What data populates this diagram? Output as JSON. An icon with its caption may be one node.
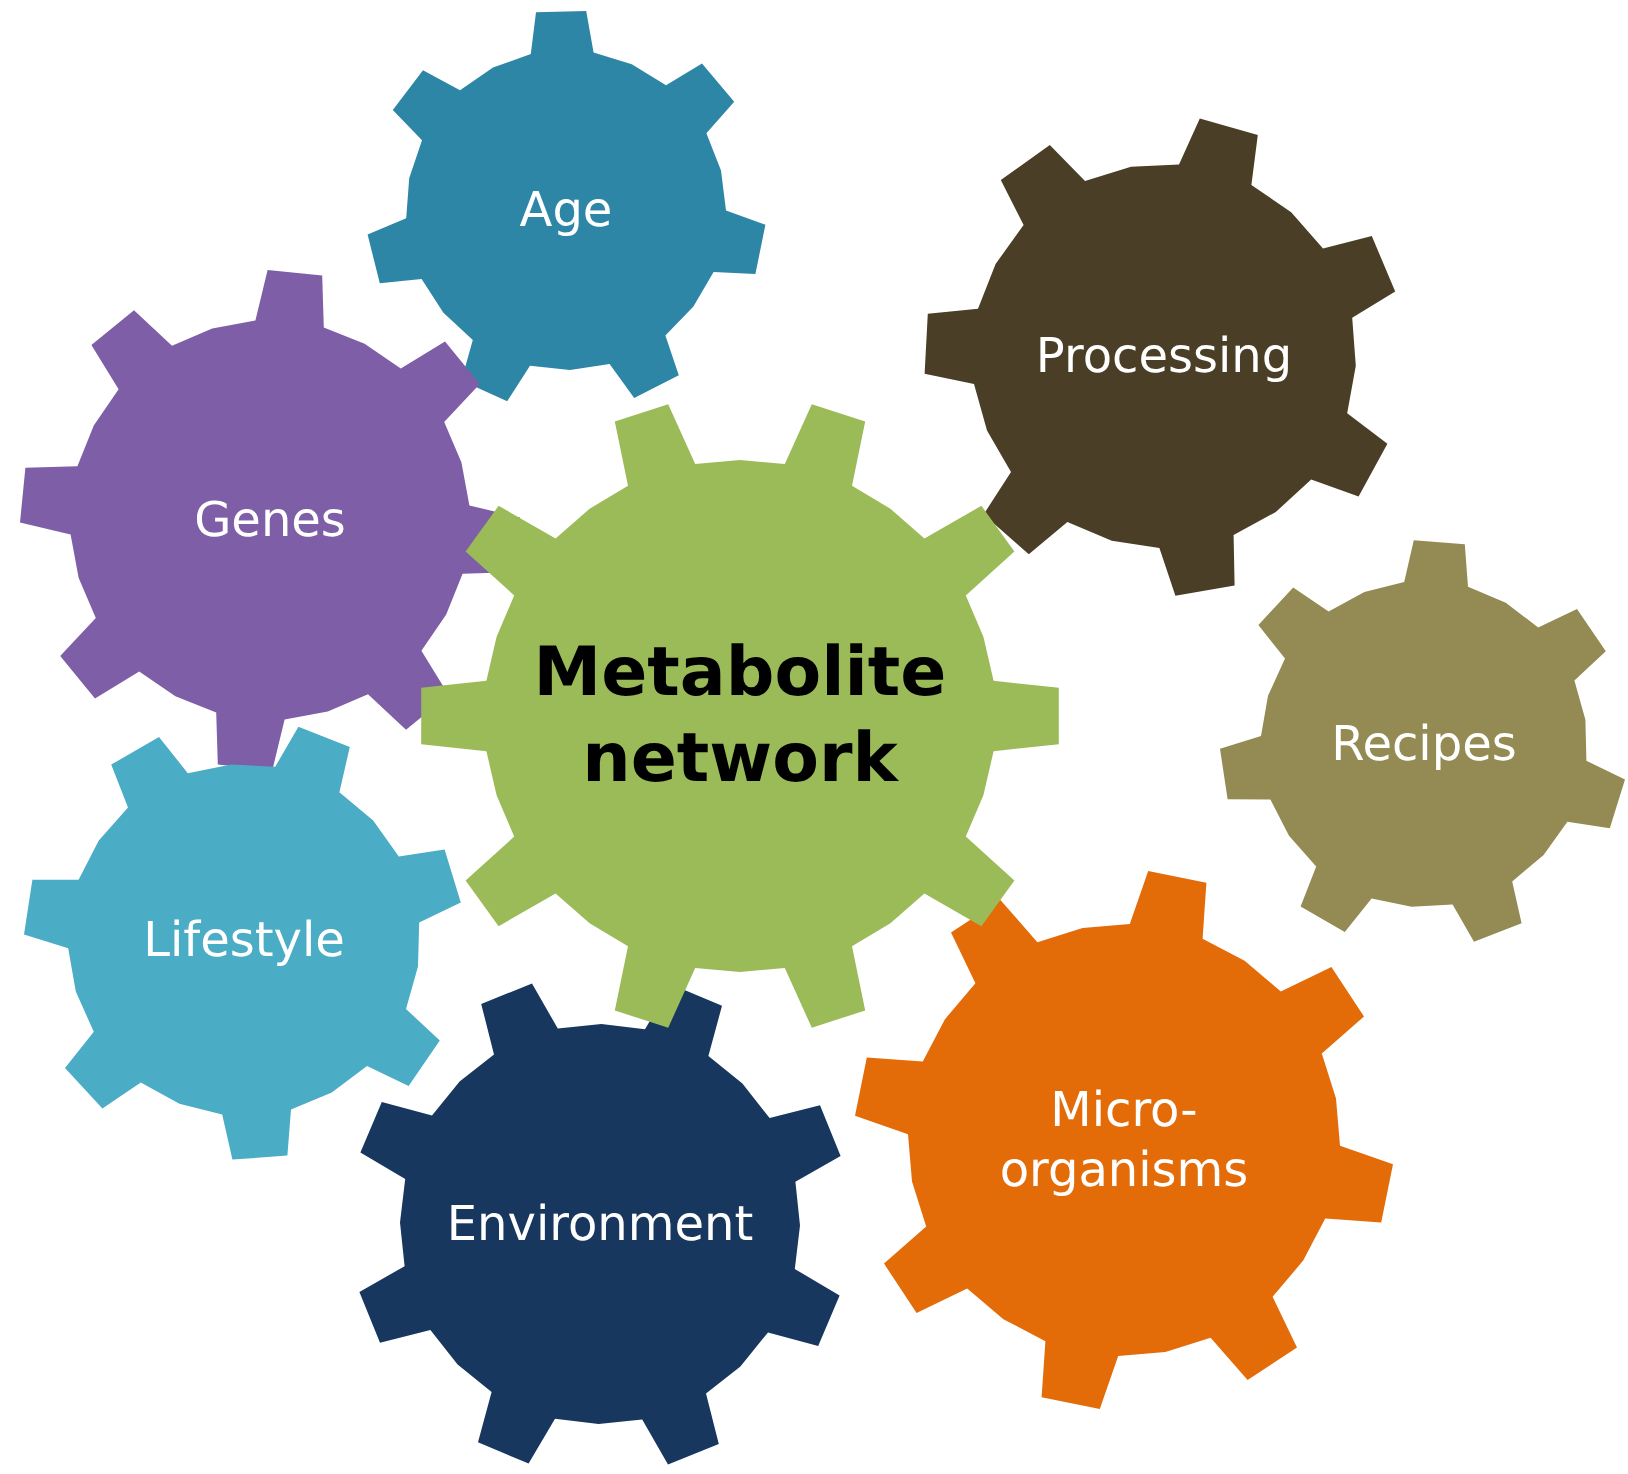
{
  "diagram": {
    "nodes": [
      {
        "text": [
          "Age"
        ]
      },
      {
        "text": [
          "Processing"
        ]
      },
      {
        "text": [
          "Genes"
        ]
      },
      {
        "text": [
          "Metabolite network"
        ]
      },
      {
        "text": [
          "Recipes"
        ]
      },
      {
        "text": [
          "Lifestyle"
        ]
      },
      {
        "text": [
          "Micro-organisms"
        ]
      },
      {
        "text": [
          "Environment"
        ]
      }
    ]
  }
}
